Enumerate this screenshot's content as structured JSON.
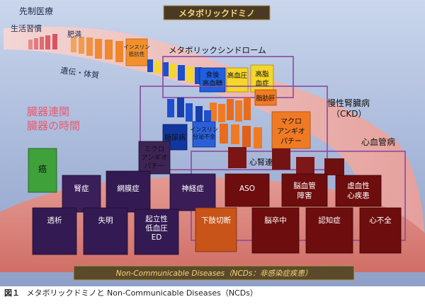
{
  "figure": {
    "title": "メタボリックドミノ",
    "label_preemptive": "先制医療",
    "label_lifestyle": "生活習慣",
    "label_genetics": "遺伝・体質",
    "label_organ": [
      "臓器連関",
      "臓器の時間"
    ],
    "label_metabolic_syndrome": "メタボリックシンドローム",
    "label_ckd": [
      "慢性腎臓病",
      "（CKD）"
    ],
    "label_cvd": "心血管病",
    "label_cardiorenal": "心腎連関",
    "footer_banner": "Non-Communicable Diseases（NCDs：非感染症疾患）",
    "dominoes": {
      "obesity": "肥満",
      "insulin_resistance": [
        "インスリン",
        "抵抗性"
      ],
      "postprandial_hyperglycemia": [
        "食後",
        "高血糖"
      ],
      "hypertension": "高血圧",
      "hyperlipidemia": [
        "高脂",
        "血症"
      ],
      "fatty_liver": "脂肪肝",
      "diabetes": "糖尿病",
      "insulin_deficiency": [
        "インスリン",
        "分泌不全"
      ],
      "macroangiopathy": [
        "マクロ",
        "アンギオ",
        "パチー"
      ],
      "microangiopathy": [
        "ミクロ",
        "アンギオ",
        "パチー"
      ],
      "cancer": "癌",
      "nephropathy": "腎症",
      "retinopathy": "網膜症",
      "neuropathy": "神経症",
      "aso": "ASO",
      "cerebrovascular": [
        "脳血管",
        "障害"
      ],
      "ischemic_heart": [
        "虚血性",
        "心疾患"
      ],
      "dialysis": "透析",
      "blindness": "失明",
      "orthostatic": [
        "起立性",
        "低血圧",
        "ED"
      ],
      "amputation": "下肢切断",
      "stroke": "脳卒中",
      "dementia": "認知症",
      "heart_failure": "心不全"
    }
  },
  "caption": {
    "number": "図１",
    "text": "メタボリックドミノと Non-Communicable Diseases（NCDs）"
  }
}
